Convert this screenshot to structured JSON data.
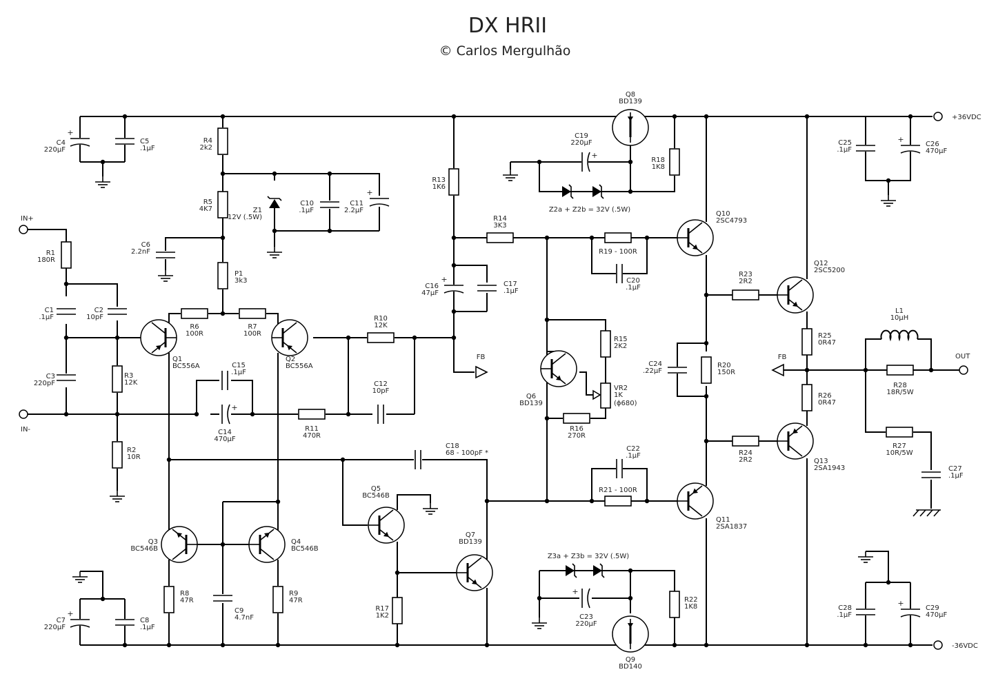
{
  "title": "DX HRII",
  "subtitle": "© Carlos Mergulhão",
  "terminals": {
    "in_plus": "IN+",
    "in_minus": "IN-",
    "out": "OUT",
    "vpos": "+36VDC",
    "vneg": "-36VDC",
    "fb_in": "FB",
    "fb_out": "FB"
  },
  "components": {
    "R1": {
      "ref": "R1",
      "value": "180R"
    },
    "R2": {
      "ref": "R2",
      "value": "10R"
    },
    "R3": {
      "ref": "R3",
      "value": "12K"
    },
    "R4": {
      "ref": "R4",
      "value": "2k2"
    },
    "R5": {
      "ref": "R5",
      "value": "4K7"
    },
    "P1": {
      "ref": "P1",
      "value": "3k3"
    },
    "R6": {
      "ref": "R6",
      "value": "100R"
    },
    "R7": {
      "ref": "R7",
      "value": "100R"
    },
    "R8": {
      "ref": "R8",
      "value": "47R"
    },
    "R9": {
      "ref": "R9",
      "value": "47R"
    },
    "R10": {
      "ref": "R10",
      "value": "12K"
    },
    "R11": {
      "ref": "R11",
      "value": "470R"
    },
    "R13": {
      "ref": "R13",
      "value": "1K6"
    },
    "R14": {
      "ref": "R14",
      "value": "3K3"
    },
    "R15": {
      "ref": "R15",
      "value": "2K2"
    },
    "R16": {
      "ref": "R16",
      "value": "270R"
    },
    "R17": {
      "ref": "R17",
      "value": "1K2"
    },
    "R18": {
      "ref": "R18",
      "value": "1K8"
    },
    "R19": {
      "ref": "R19 - 100R",
      "value": ""
    },
    "R20": {
      "ref": "R20",
      "value": "150R"
    },
    "R21": {
      "ref": "R21 - 100R",
      "value": ""
    },
    "R22": {
      "ref": "R22",
      "value": "1K8"
    },
    "R23": {
      "ref": "R23",
      "value": "2R2"
    },
    "R24": {
      "ref": "R24",
      "value": "2R2"
    },
    "R25": {
      "ref": "R25",
      "value": "0R47"
    },
    "R26": {
      "ref": "R26",
      "value": "0R47"
    },
    "R27": {
      "ref": "R27",
      "value": "10R/5W"
    },
    "R28": {
      "ref": "R28",
      "value": "18R/5W"
    },
    "VR2": {
      "ref": "VR2",
      "value": "1K",
      "note": "(ϕ680)"
    },
    "L1": {
      "ref": "L1",
      "value": "10µH"
    },
    "C1": {
      "ref": "C1",
      "value": ".1µF"
    },
    "C2": {
      "ref": "C2",
      "value": "10pF"
    },
    "C3": {
      "ref": "C3",
      "value": "220pF"
    },
    "C4": {
      "ref": "C4",
      "value": "220µF"
    },
    "C5": {
      "ref": "C5",
      "value": ".1µF"
    },
    "C6": {
      "ref": "C6",
      "value": "2.2nF"
    },
    "C7": {
      "ref": "C7",
      "value": "220µF"
    },
    "C8": {
      "ref": "C8",
      "value": ".1µF"
    },
    "C9": {
      "ref": "C9",
      "value": "4.7nF"
    },
    "C10": {
      "ref": "C10",
      "value": ".1µF"
    },
    "C11": {
      "ref": "C11",
      "value": "2.2µF"
    },
    "C12": {
      "ref": "C12",
      "value": "10pF"
    },
    "C14": {
      "ref": "C14",
      "value": "470µF"
    },
    "C15": {
      "ref": "C15",
      "value": ".1µF"
    },
    "C16": {
      "ref": "C16",
      "value": "47µF"
    },
    "C17": {
      "ref": "C17",
      "value": ".1µF"
    },
    "C18": {
      "ref": "C18",
      "value": "68 - 100pF *"
    },
    "C19": {
      "ref": "C19",
      "value": "220µF"
    },
    "C20": {
      "ref": "C20",
      "value": ".1µF"
    },
    "C22": {
      "ref": "C22",
      "value": ".1µF"
    },
    "C23": {
      "ref": "C23",
      "value": "220µF"
    },
    "C24": {
      "ref": "C24",
      "value": ".22µF"
    },
    "C25": {
      "ref": "C25",
      "value": ".1µF"
    },
    "C26": {
      "ref": "C26",
      "value": "470µF"
    },
    "C27": {
      "ref": "C27",
      "value": ".1µF"
    },
    "C28": {
      "ref": "C28",
      "value": ".1µF"
    },
    "C29": {
      "ref": "C29",
      "value": "470µF"
    },
    "Z1": {
      "ref": "Z1",
      "value": "12V (.5W)"
    },
    "Z2": {
      "ref": "Z2a + Z2b = 32V (.5W)",
      "value": ""
    },
    "Z3": {
      "ref": "Z3a + Z3b = 32V (.5W)",
      "value": ""
    },
    "Q1": {
      "ref": "Q1",
      "value": "BC556A"
    },
    "Q2": {
      "ref": "Q2",
      "value": "BC556A"
    },
    "Q3": {
      "ref": "Q3",
      "value": "BC546B"
    },
    "Q4": {
      "ref": "Q4",
      "value": "BC546B"
    },
    "Q5": {
      "ref": "Q5",
      "value": "BC546B"
    },
    "Q6": {
      "ref": "Q6",
      "value": "BD139"
    },
    "Q7": {
      "ref": "Q7",
      "value": "BD139"
    },
    "Q8": {
      "ref": "Q8",
      "value": "BD139"
    },
    "Q9": {
      "ref": "Q9",
      "value": "BD140"
    },
    "Q10": {
      "ref": "Q10",
      "value": "2SC4793"
    },
    "Q11": {
      "ref": "Q11",
      "value": "2SA1837"
    },
    "Q12": {
      "ref": "Q12",
      "value": "2SC5200"
    },
    "Q13": {
      "ref": "Q13",
      "value": "2SA1943"
    }
  }
}
